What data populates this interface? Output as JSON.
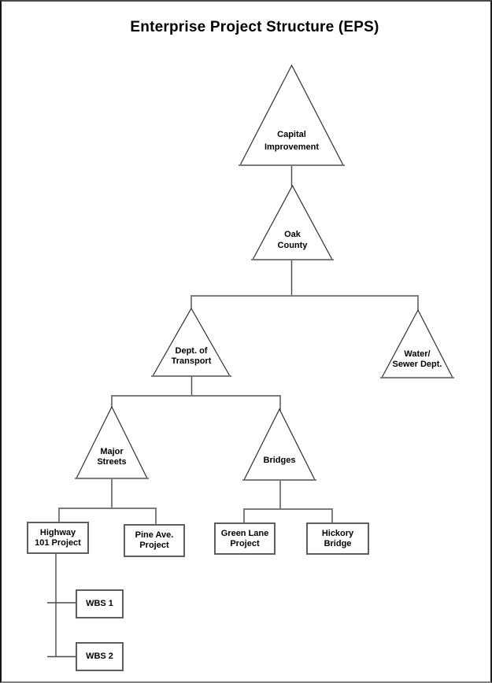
{
  "page": {
    "title": "Enterprise Project Structure (EPS)"
  },
  "nodes": {
    "capital_improvement": {
      "shape": "triangle",
      "lines": [
        "Capital",
        "Improvement"
      ]
    },
    "oak_county": {
      "shape": "triangle",
      "lines": [
        "Oak",
        "County"
      ]
    },
    "dept_of_transport": {
      "shape": "triangle",
      "lines": [
        "Dept. of",
        "Transport"
      ]
    },
    "water_sewer_dept": {
      "shape": "triangle",
      "lines": [
        "Water/",
        "Sewer Dept."
      ]
    },
    "major_streets": {
      "shape": "triangle",
      "lines": [
        "Major",
        "Streets"
      ]
    },
    "bridges": {
      "shape": "triangle",
      "lines": [
        "Bridges"
      ]
    },
    "highway_101_project": {
      "shape": "rectangle",
      "lines": [
        "Highway",
        "101 Project"
      ]
    },
    "pine_ave_project": {
      "shape": "rectangle",
      "lines": [
        "Pine Ave.",
        "Project"
      ]
    },
    "green_lane_project": {
      "shape": "rectangle",
      "lines": [
        "Green Lane",
        "Project"
      ]
    },
    "hickory_bridge": {
      "shape": "rectangle",
      "lines": [
        "Hickory",
        "Bridge"
      ]
    },
    "wbs_1": {
      "shape": "rectangle",
      "lines": [
        "WBS 1"
      ]
    },
    "wbs_2": {
      "shape": "rectangle",
      "lines": [
        "WBS 2"
      ]
    }
  },
  "hierarchy": {
    "Capital Improvement": [
      "Oak County"
    ],
    "Oak County": [
      "Dept. of Transport",
      "Water/Sewer Dept."
    ],
    "Dept. of Transport": [
      "Major Streets",
      "Bridges"
    ],
    "Major Streets": [
      "Highway 101 Project",
      "Pine Ave. Project"
    ],
    "Bridges": [
      "Green Lane Project",
      "Hickory Bridge"
    ],
    "Highway 101 Project": [
      "WBS 1",
      "WBS 2"
    ]
  },
  "colors": {
    "background": "#ffffff",
    "text": "#000000",
    "shape_outline": "#2e2e2e",
    "connector_gray": "#7b7b7b",
    "connector_dark": "#4a4a4a",
    "rect_border": "#5e5e5e"
  }
}
